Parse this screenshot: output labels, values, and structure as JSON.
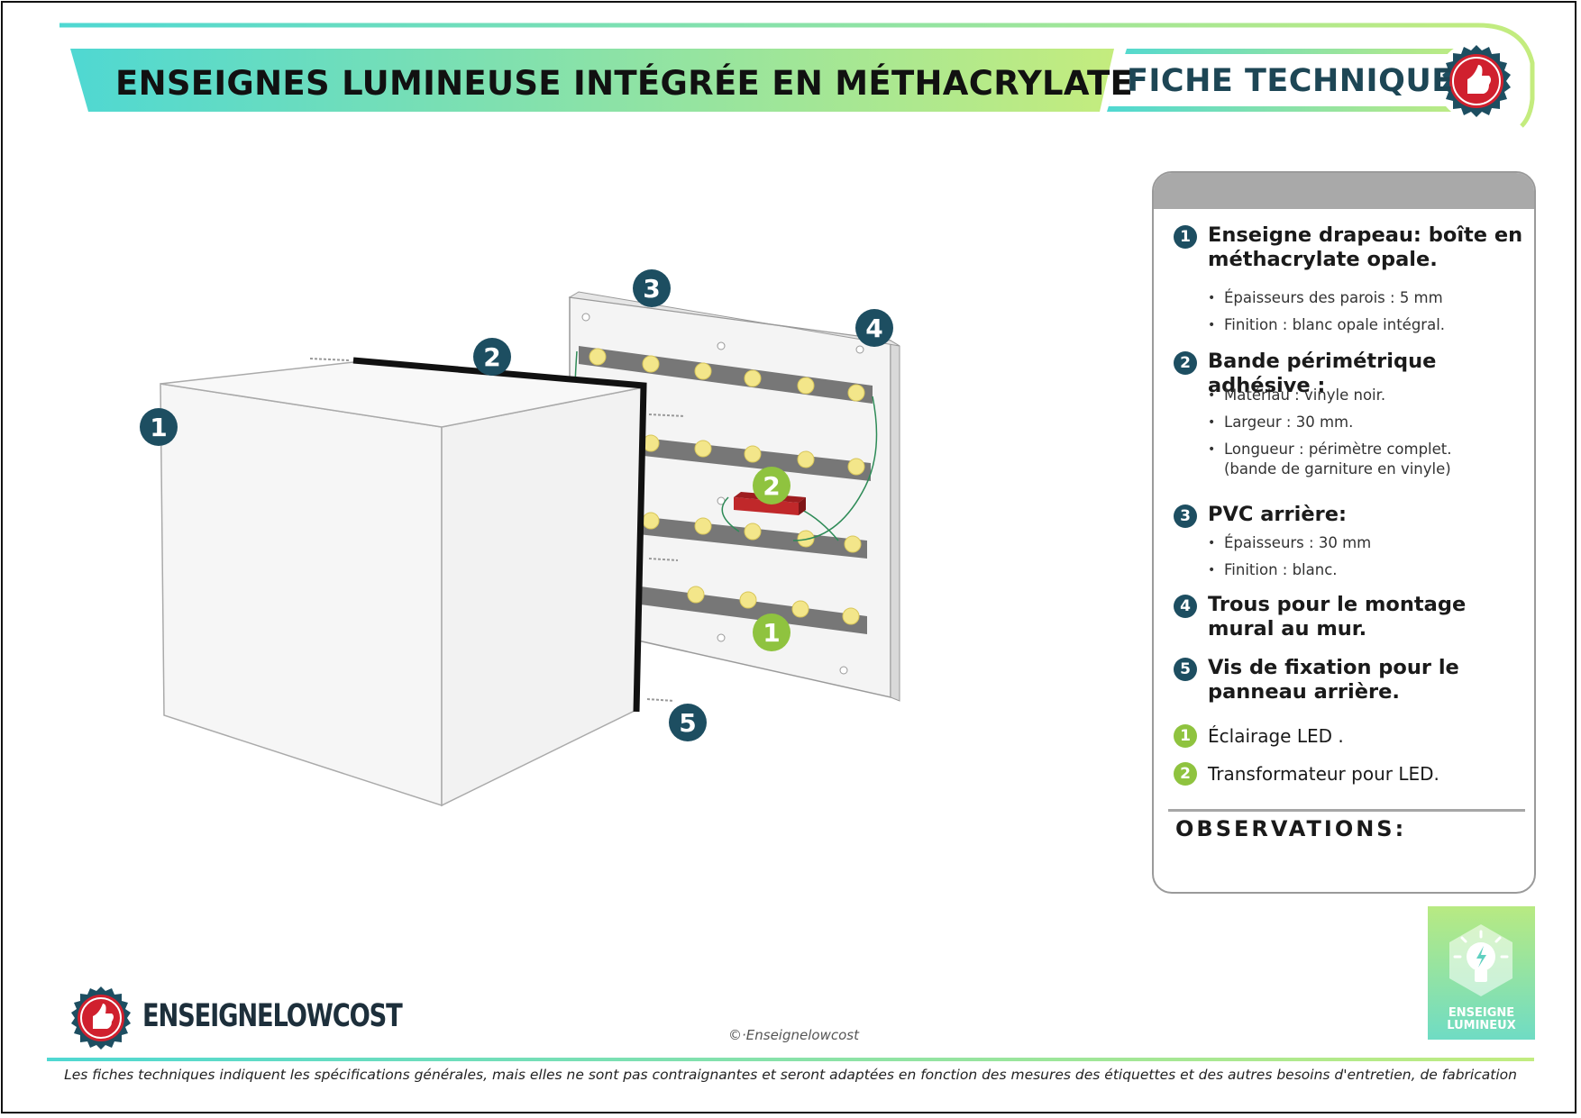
{
  "header": {
    "title": "ENSEIGNES LUMINEUSE INTÉGRÉE EN  MÉTHACRYLATE",
    "subtitle": "FICHE TECHNIQUE",
    "gradient_start": "#4fd8d2",
    "gradient_end": "#c2ec80"
  },
  "diagram": {
    "callouts_dark": [
      "1",
      "2",
      "3",
      "4",
      "5"
    ],
    "callouts_green": [
      "2",
      "1"
    ]
  },
  "specs": {
    "item1": {
      "num": "1",
      "title": "Enseigne drapeau: boîte en méthacrylate opale.",
      "bullets": [
        "Épaisseurs des parois :  5 mm",
        "Finition : blanc opale intégral."
      ]
    },
    "item2": {
      "num": "2",
      "title": "Bande périmétrique adhésive :",
      "bullets": [
        "Matériau : vinyle noir.",
        "Largeur : 30 mm.",
        "Longueur : périmètre complet.",
        "(bande de garniture en vinyle)"
      ]
    },
    "item3": {
      "num": "3",
      "title": "PVC arrière:",
      "bullets": [
        "Épaisseurs :  30 mm",
        "Finition : blanc."
      ]
    },
    "item4": {
      "num": "4",
      "title": "Trous pour le montage mural au mur."
    },
    "item5": {
      "num": "5",
      "title": "Vis de fixation pour le panneau arrière."
    },
    "led1": {
      "num": "1",
      "title": "Éclairage LED ."
    },
    "led2": {
      "num": "2",
      "title": "Transformateur pour LED."
    },
    "observations": "OBSERVATIONS:"
  },
  "badge": {
    "line1": "ENSEIGNE",
    "line2": "LUMINEUX"
  },
  "brand": {
    "name": "ENSEIGNELOWCOST",
    "copyright": "©·Enseignelowcost",
    "accent": "#d0202e",
    "navy": "#1d4e61"
  },
  "footer": {
    "disclaimer": "Les fiches techniques indiquent les spécifications générales, mais elles ne sont pas contraignantes et seront adaptées en fonction des mesures des étiquettes et des autres besoins d'entretien, de fabrication"
  }
}
